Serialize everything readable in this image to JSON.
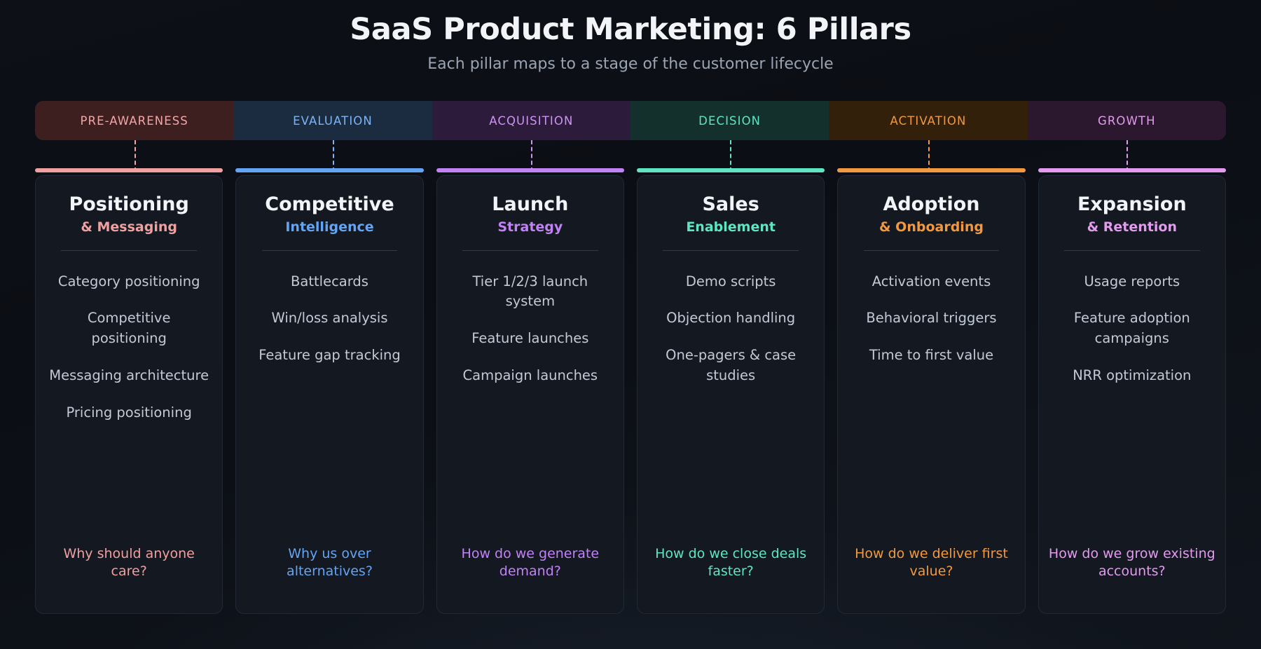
{
  "header": {
    "title": "SaaS Product Marketing: 6 Pillars",
    "subtitle": "Each pillar maps to a stage of the customer lifecycle"
  },
  "lifecycle": {
    "stages": [
      {
        "label": "PRE-AWARENESS",
        "text_color": "#f2a6a6",
        "bg_color": "#3d1f1f"
      },
      {
        "label": "EVALUATION",
        "text_color": "#7db4f5",
        "bg_color": "#1b2c40"
      },
      {
        "label": "ACQUISITION",
        "text_color": "#cb95f0",
        "bg_color": "#2c1b3b"
      },
      {
        "label": "DECISION",
        "text_color": "#5ee6c4",
        "bg_color": "#14302c"
      },
      {
        "label": "ACTIVATION",
        "text_color": "#f2993f",
        "bg_color": "#32200a"
      },
      {
        "label": "GROWTH",
        "text_color": "#e29bee",
        "bg_color": "#2c182e"
      }
    ]
  },
  "pillars": [
    {
      "title": "Positioning",
      "subtitle": "& Messaging",
      "accent_color": "#f0a0a0",
      "items": [
        "Category positioning",
        "Competitive positioning",
        "Messaging architecture",
        "Pricing positioning"
      ],
      "question": "Why should anyone care?"
    },
    {
      "title": "Competitive",
      "subtitle": "Intelligence",
      "accent_color": "#63a4f5",
      "items": [
        "Battlecards",
        "Win/loss analysis",
        "Feature gap tracking"
      ],
      "question": "Why us over alternatives?"
    },
    {
      "title": "Launch",
      "subtitle": "Strategy",
      "accent_color": "#c182f5",
      "items": [
        "Tier 1/2/3 launch system",
        "Feature launches",
        "Campaign launches"
      ],
      "question": "How do we generate demand?"
    },
    {
      "title": "Sales",
      "subtitle": "Enablement",
      "accent_color": "#5ee6c4",
      "items": [
        "Demo scripts",
        "Objection handling",
        "One-pagers & case studies"
      ],
      "question": "How do we close deals faster?"
    },
    {
      "title": "Adoption",
      "subtitle": "& Onboarding",
      "accent_color": "#f2993f",
      "items": [
        "Activation events",
        "Behavioral triggers",
        "Time to first value"
      ],
      "question": "How do we deliver first value?"
    },
    {
      "title": "Expansion",
      "subtitle": "& Retention",
      "accent_color": "#e29bee",
      "items": [
        "Usage reports",
        "Feature adoption campaigns",
        "NRR optimization"
      ],
      "question": "How do we grow existing accounts?"
    }
  ]
}
